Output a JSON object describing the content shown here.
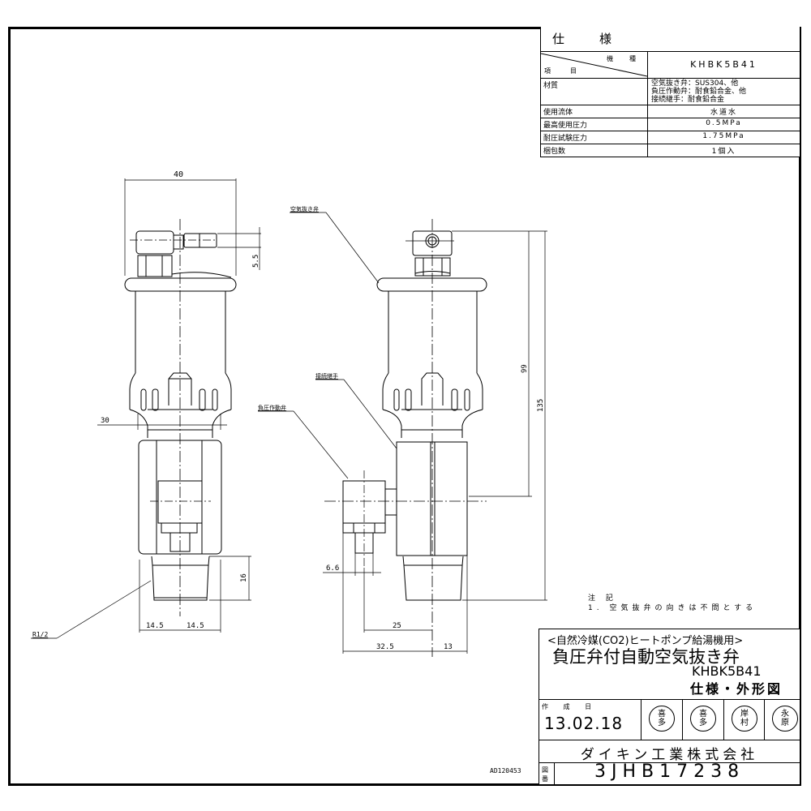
{
  "spec_table": {
    "title": "仕　様",
    "header_kind": "機　種",
    "header_item": "項　目",
    "model": "KHBK5B41",
    "rows": [
      {
        "key": "材質",
        "values": [
          "空気抜き弁：SUS304、他",
          "負圧作動弁：耐食鉛合金、他",
          "接続継手：耐食鉛合金"
        ]
      },
      {
        "key": "使用流体",
        "values": [
          "水道水"
        ]
      },
      {
        "key": "最高使用圧力",
        "values": [
          "0.5MPa"
        ]
      },
      {
        "key": "耐圧試験圧力",
        "values": [
          "1.75MPa"
        ]
      },
      {
        "key": "梱包数",
        "values": [
          "1個入"
        ]
      }
    ]
  },
  "dimensions": {
    "width_top": "40",
    "offset_top": "5.5",
    "width_skirt": "30",
    "thread_length": "16",
    "half_width_left": "14.5",
    "half_width_right": "14.5",
    "thread_spec": "R1/2",
    "height_upper": "99",
    "height_total": "135",
    "nozzle_width": "6.6",
    "offset_valve": "25",
    "offset_left": "32.5",
    "offset_right": "13"
  },
  "labels": {
    "air_vent": "空気抜き弁",
    "joint": "接続継手",
    "negative_pressure_valve": "負圧作動弁"
  },
  "notes": {
    "heading": "注 記",
    "items": [
      "1. 空気抜弁の向きは不問とする"
    ]
  },
  "title_block": {
    "subtitle": "<自然冷媒(CO2)ヒートポンプ給湯機用>",
    "product_name": "負圧弁付自動空気抜き弁",
    "model": "KHBK5B41",
    "drawing_kind": "仕様・外形図",
    "date_label": "作 成 日",
    "date": "13.02.18",
    "stamps": [
      {
        "top": "喜",
        "bottom": "多"
      },
      {
        "top": "喜",
        "bottom": "多"
      },
      {
        "top": "岸",
        "bottom": "村"
      },
      {
        "top": "永",
        "bottom": "原"
      }
    ],
    "company": "ダイキン工業株式会社",
    "drawing_no_label": "図番",
    "drawing_no": "3JHB17238"
  },
  "reference_code": "AD120453"
}
